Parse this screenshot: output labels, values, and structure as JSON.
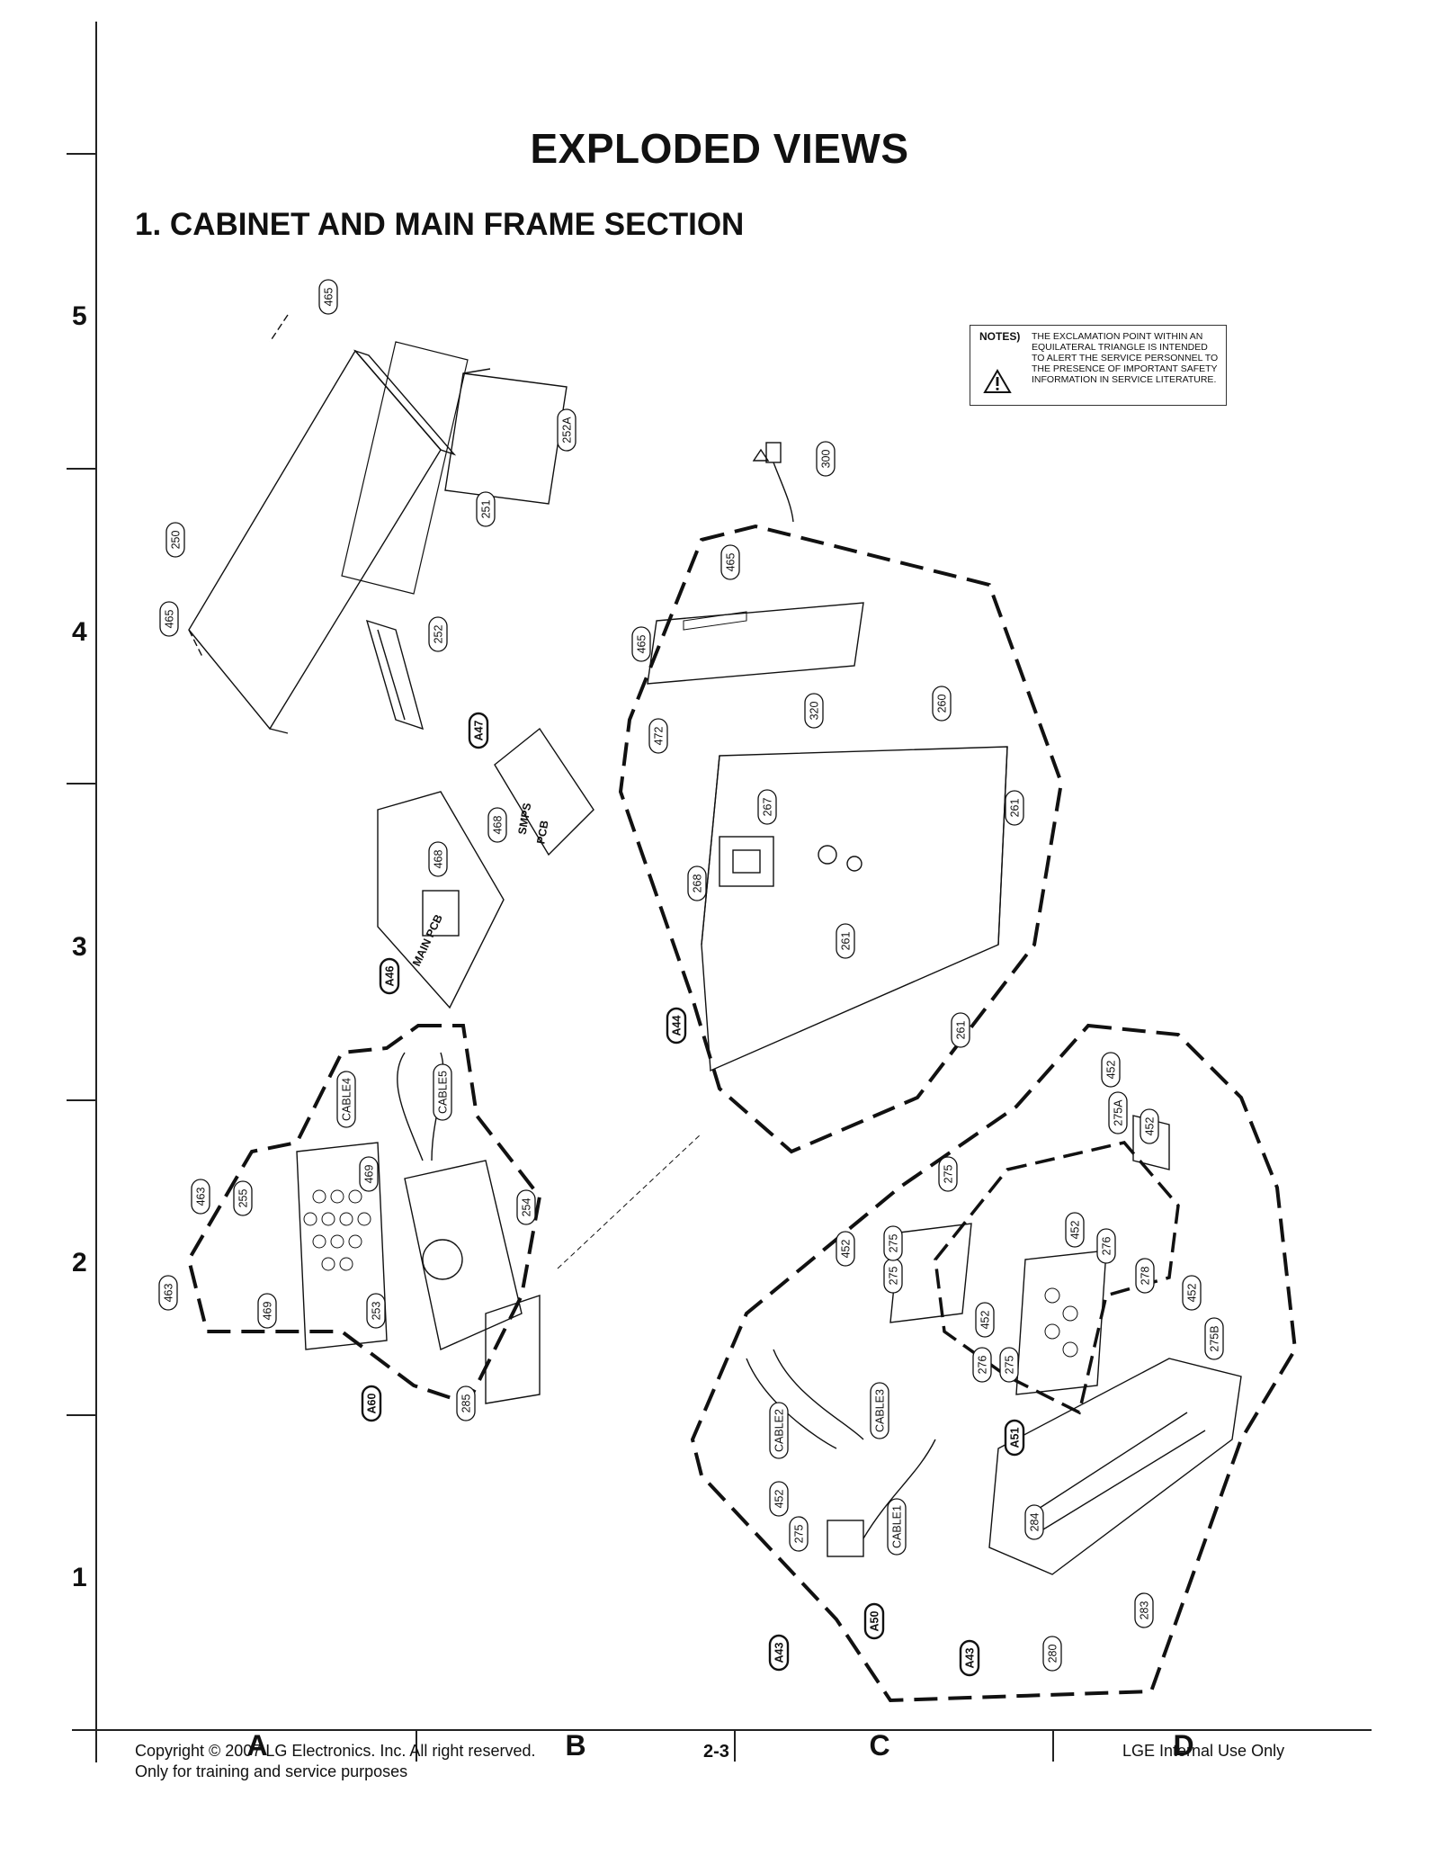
{
  "header": {
    "title": "EXPLODED VIEWS",
    "subtitle": "1. CABINET AND MAIN FRAME SECTION"
  },
  "grid": {
    "rows": [
      "5",
      "4",
      "3",
      "2",
      "1"
    ],
    "columns": [
      "A",
      "B",
      "C",
      "D"
    ]
  },
  "notes": {
    "label": "NOTES)",
    "text": "THE EXCLAMATION POINT WITHIN AN EQUILATERAL TRIANGLE IS INTENDED TO ALERT THE SERVICE PERSONNEL TO THE PRESENCE OF IMPORTANT SAFETY INFORMATION IN SERVICE LITERATURE."
  },
  "parts": {
    "p465a": "465",
    "p252A": "252A",
    "p251": "251",
    "p250": "250",
    "p465b": "465",
    "p252": "252",
    "p300": "300",
    "p465c": "465",
    "p465d": "465",
    "p472": "472",
    "p320": "320",
    "p260": "260",
    "p261a": "261",
    "p261b": "261",
    "p261c": "261",
    "p267": "267",
    "p268": "268",
    "A47": "A47",
    "SMPS": "SMPS",
    "PCB1": "PCB",
    "p468a": "468",
    "p468b": "468",
    "MAINPCB": "MAIN PCB",
    "A46": "A46",
    "A44": "A44",
    "CABLE4": "CABLE4",
    "CABLE5": "CABLE5",
    "p463a": "463",
    "p255": "255",
    "p469a": "469",
    "p254": "254",
    "p463b": "463",
    "p469b": "469",
    "p253": "253",
    "A60": "A60",
    "p285": "285",
    "p452a": "452",
    "p275A": "275A",
    "p452b": "452",
    "p275a": "275",
    "p452c": "452",
    "p276a": "276",
    "p275b": "275",
    "p452d": "452",
    "p275c": "275",
    "p278": "278",
    "p452e": "452",
    "p452f": "452",
    "p275B": "275B",
    "p276b": "276",
    "p275d": "275",
    "CABLE3": "CABLE3",
    "CABLE2": "CABLE2",
    "A51": "A51",
    "p452g": "452",
    "p275e": "275",
    "CABLE1": "CABLE1",
    "p284": "284",
    "A50": "A50",
    "p283": "283",
    "A43a": "A43",
    "A43b": "A43",
    "p280": "280"
  },
  "footer": {
    "copyright": "Copyright © 2007 LG Electronics. Inc. All right reserved.",
    "purpose": "Only for training and service purposes",
    "page": "2-3",
    "internal": "LGE Internal Use Only"
  }
}
